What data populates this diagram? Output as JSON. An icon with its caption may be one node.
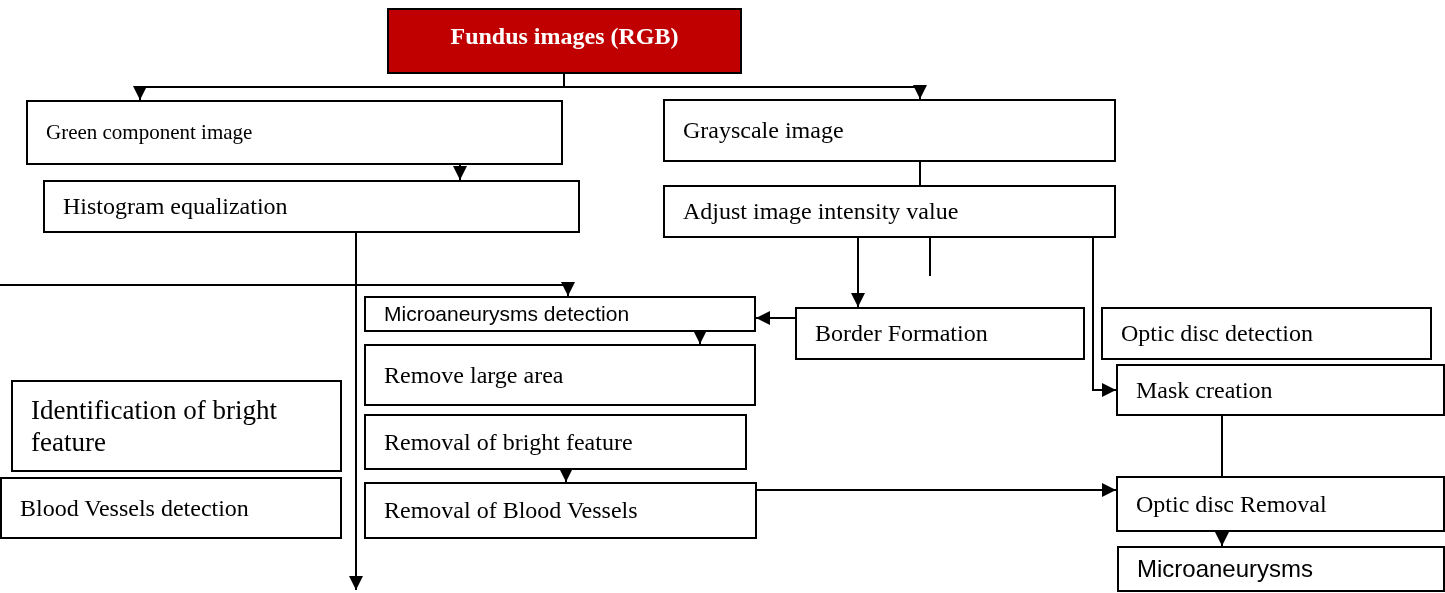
{
  "diagram": {
    "nodes": [
      {
        "text": [
          "Fundus images (RGB)"
        ]
      },
      {
        "text": [
          "Green component image"
        ]
      },
      {
        "text": [
          "Grayscale image"
        ]
      },
      {
        "text": [
          "Histogram equalization"
        ]
      },
      {
        "text": [
          "Adjust  image intensity value"
        ]
      },
      {
        "text": [
          "Microaneurysms detection"
        ]
      },
      {
        "text": [
          "Border Formation"
        ]
      },
      {
        "text": [
          "Optic disc detection"
        ]
      },
      {
        "text": [
          "Identification of bright feature"
        ]
      },
      {
        "text": [
          "Remove large area"
        ]
      },
      {
        "text": [
          "Mask creation"
        ]
      },
      {
        "text": [
          "Removal of bright feature"
        ]
      },
      {
        "text": [
          "Blood Vessels detection"
        ]
      },
      {
        "text": [
          "Removal of Blood Vessels"
        ]
      },
      {
        "text": [
          "Optic disc Removal"
        ]
      },
      {
        "text": [
          "Microaneurysms"
        ]
      }
    ],
    "edges": [
      {
        "from": 0,
        "to": 1,
        "arrow": "to"
      },
      {
        "from": 0,
        "to": 2,
        "arrow": "to"
      },
      {
        "from": 1,
        "to": 3,
        "arrow": "to"
      },
      {
        "from": 3,
        "to": null,
        "arrow": "to"
      },
      {
        "from": null,
        "to": 5,
        "arrow": "to"
      },
      {
        "from": 2,
        "to": 4,
        "arrow": "none"
      },
      {
        "from": 4,
        "to": null,
        "arrow": "none"
      },
      {
        "from": 4,
        "to": 6,
        "arrow": "to"
      },
      {
        "from": 4,
        "to": 10,
        "arrow": "to"
      },
      {
        "from": 6,
        "to": 5,
        "arrow": "to"
      },
      {
        "from": 5,
        "to": 9,
        "arrow": "to"
      },
      {
        "from": 11,
        "to": 13,
        "arrow": "to"
      },
      {
        "from": 13,
        "to": 14,
        "arrow": "to"
      },
      {
        "from": 10,
        "to": 14,
        "arrow": "none"
      },
      {
        "from": 14,
        "to": 15,
        "arrow": "to"
      }
    ]
  }
}
